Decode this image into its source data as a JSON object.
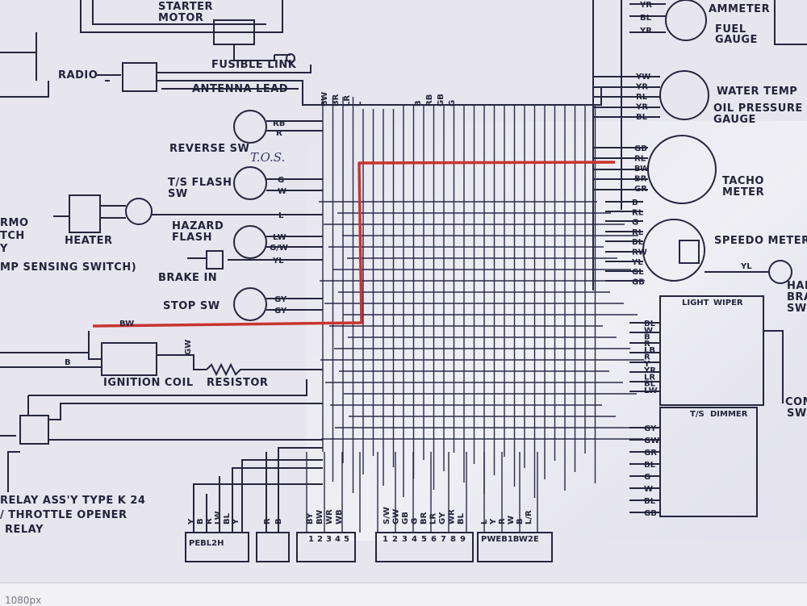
{
  "labels": {
    "starter_motor_1": "STARTER",
    "starter_motor_2": "MOTOR",
    "fusible_link": "FUSIBLE LINK",
    "radio": "RADIO",
    "antenna_lead": "ANTENNA LEAD",
    "reverse_sw": "REVERSE SW",
    "ts_flash_sw_1": "T/S FLASH",
    "ts_flash_sw_2": "SW",
    "hazard_flash_1": "HAZARD",
    "hazard_flash_2": "FLASH",
    "brake_in": "BRAKE IN",
    "stop_sw": "STOP SW",
    "ignition_coil": "IGNITION COIL",
    "resistor": "RESISTOR",
    "heater": "HEATER",
    "thermo_1": "RMO",
    "thermo_2": "TCH",
    "thermo_3": "Y",
    "temp_sensing_switch": "MP SENSING SWITCH)",
    "relay_assy": "RELAY ASS'Y TYPE K 24",
    "throttle_opener": "/ THROTTLE OPENER",
    "relay": "RELAY",
    "ammeter": "AMMETER",
    "fuel_gauge_1": "FUEL",
    "fuel_gauge_2": "GAUGE",
    "water_temp": "WATER TEMP",
    "oil_pressure_1": "OIL PRESSURE",
    "oil_pressure_2": "GAUGE",
    "tacho_meter_1": "TACHO",
    "tacho_meter_2": "METER",
    "speedo_meter": "SPEEDO METER",
    "hand_brake_1": "HAN",
    "hand_brake_2": "BRA",
    "hand_brake_3": "SW",
    "combination_sw_1": "COM",
    "combination_sw_2": "SW",
    "handwritten_note": "T.O.S.",
    "light_header": "LIGHT",
    "wiper_header": "WIPER",
    "ts_header": "T/S",
    "dimmer_header": "DIMMER"
  },
  "wire_codes": {
    "reverse": [
      "RB",
      "R"
    ],
    "ts_flash": [
      "G",
      "W"
    ],
    "heater_l": "L",
    "hazard": [
      "LW",
      "G/W",
      "YL"
    ],
    "stop": [
      "GY",
      "GY"
    ],
    "ignition_bw": "BW",
    "ignition_b": "B",
    "resistor_gw": "GW",
    "speedo_yl": "YL",
    "gauge_top": [
      "YR",
      "BL",
      "YR"
    ],
    "gauge_water": [
      "YW",
      "YR",
      "RL",
      "YR",
      "BL"
    ],
    "tacho": [
      "GB",
      "RL",
      "BW",
      "BR",
      "GR"
    ],
    "speedo": [
      "B",
      "RL",
      "G",
      "RL",
      "BL",
      "RW",
      "YL",
      "GL",
      "GB"
    ],
    "top_bundle": [
      "BW",
      "BR",
      "LR",
      "L",
      "B",
      "RB",
      "GB",
      "G"
    ],
    "combo_left": [
      "BL",
      "W",
      "B",
      "R",
      "LB",
      "R",
      "Y",
      "YR",
      "LR",
      "BL",
      "LW"
    ],
    "combo_lower": [
      "GY",
      "GW",
      "GR",
      "BL",
      "G",
      "W",
      "BL",
      "GB"
    ]
  },
  "connectors": {
    "c1_wires": [
      "Y",
      "B",
      "R",
      "LW",
      "BL",
      "Y"
    ],
    "c1_pins": "PEBL2H",
    "c2_wires": [
      "R",
      "B"
    ],
    "c3_wires": [
      "BY",
      "BW",
      "WR",
      "WB"
    ],
    "c3_pins": [
      "1",
      "2",
      "3",
      "4",
      "5"
    ],
    "c4_wires": [
      "S/W",
      "GW",
      "GB",
      "G",
      "BR",
      "LR",
      "GY",
      "WR",
      "BL"
    ],
    "c4_pins": [
      "1",
      "2",
      "3",
      "4",
      "5",
      "6",
      "7",
      "8",
      "9"
    ],
    "c5_wires": [
      "L",
      "Y",
      "R",
      "W",
      "B",
      "L/R"
    ],
    "c5_pins": "PWEB1BW2E"
  },
  "colors": {
    "ink": "#25253d",
    "paper": "#e9e8f0",
    "highlight": "#c8342e"
  },
  "footer": {
    "resolution": "1080px"
  }
}
